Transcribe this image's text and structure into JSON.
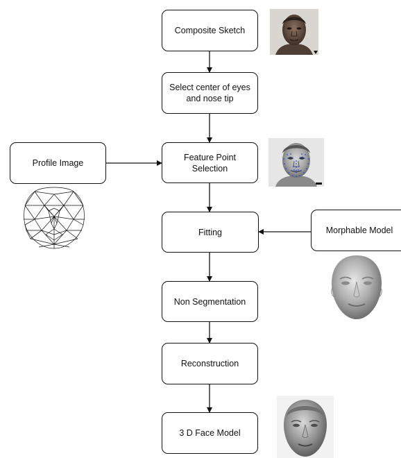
{
  "diagram": {
    "nodes": [
      {
        "id": "composite_sketch",
        "label": "Composite Sketch"
      },
      {
        "id": "select_center",
        "label": "Select center of eyes and nose tip"
      },
      {
        "id": "feature_point",
        "label": "Feature Point Selection"
      },
      {
        "id": "profile_image",
        "label": "Profile Image"
      },
      {
        "id": "fitting",
        "label": "Fitting"
      },
      {
        "id": "morphable_model",
        "label": "Morphable Model"
      },
      {
        "id": "non_segmentation",
        "label": "Non Segmentation"
      },
      {
        "id": "reconstruction",
        "label": "Reconstruction"
      },
      {
        "id": "face_model_3d",
        "label": "3 D Face Model"
      }
    ],
    "edges": [
      {
        "from": "composite_sketch",
        "to": "select_center"
      },
      {
        "from": "select_center",
        "to": "feature_point"
      },
      {
        "from": "profile_image",
        "to": "feature_point"
      },
      {
        "from": "feature_point",
        "to": "fitting"
      },
      {
        "from": "morphable_model",
        "to": "fitting"
      },
      {
        "from": "fitting",
        "to": "non_segmentation"
      },
      {
        "from": "non_segmentation",
        "to": "reconstruction"
      },
      {
        "from": "reconstruction",
        "to": "face_model_3d"
      }
    ],
    "images": [
      {
        "id": "sketch_face_photo",
        "depicts": "face-photo"
      },
      {
        "id": "landmark_face_photo",
        "depicts": "face-photo-with-landmarks"
      },
      {
        "id": "profile_mesh",
        "depicts": "wireframe-face-mesh"
      },
      {
        "id": "morphable_3d_face",
        "depicts": "3d-face-render"
      },
      {
        "id": "output_3d_face",
        "depicts": "3d-face-render"
      }
    ]
  }
}
